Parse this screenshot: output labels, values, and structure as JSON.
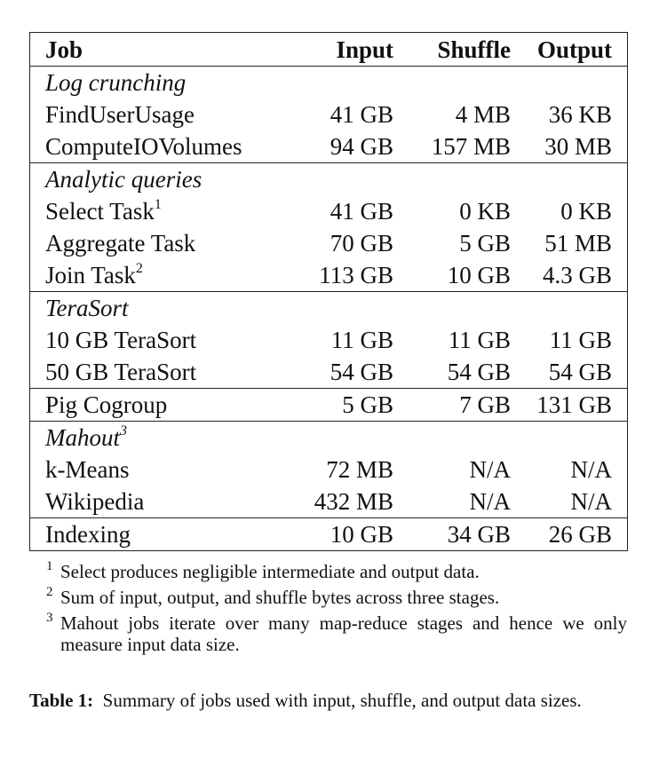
{
  "table": {
    "headers": {
      "job": "Job",
      "input": "Input",
      "shuffle": "Shuffle",
      "output": "Output"
    },
    "sections": [
      {
        "title": "Log crunching",
        "rows": [
          {
            "job": "FindUserUsage",
            "input": "41 GB",
            "shuffle": "4 MB",
            "output": "36 KB"
          },
          {
            "job": "ComputeIOVolumes",
            "input": "94 GB",
            "shuffle": "157 MB",
            "output": "30 MB"
          }
        ]
      },
      {
        "title": "Analytic queries",
        "rows": [
          {
            "job": "Select Task",
            "sup": "1",
            "input": "41 GB",
            "shuffle": "0 KB",
            "output": "0 KB"
          },
          {
            "job": "Aggregate Task",
            "input": "70 GB",
            "shuffle": "5 GB",
            "output": "51 MB"
          },
          {
            "job": "Join Task",
            "sup": "2",
            "input": "113 GB",
            "shuffle": "10 GB",
            "output": "4.3 GB"
          }
        ]
      },
      {
        "title": "TeraSort",
        "rows": [
          {
            "job": "10 GB TeraSort",
            "input": "11 GB",
            "shuffle": "11 GB",
            "output": "11 GB"
          },
          {
            "job": "50 GB TeraSort",
            "input": "54 GB",
            "shuffle": "54 GB",
            "output": "54 GB"
          }
        ]
      },
      {
        "title": "",
        "rows": [
          {
            "job": "Pig Cogroup",
            "input": "5 GB",
            "shuffle": "7 GB",
            "output": "131 GB"
          }
        ]
      },
      {
        "title": "Mahout",
        "title_sup": "3",
        "rows": [
          {
            "job": "k-Means",
            "input": "72 MB",
            "shuffle": "N/A",
            "output": "N/A"
          },
          {
            "job": "Wikipedia",
            "input": "432 MB",
            "shuffle": "N/A",
            "output": "N/A"
          }
        ]
      },
      {
        "title": "",
        "rows": [
          {
            "job": "Indexing",
            "input": "10 GB",
            "shuffle": "34 GB",
            "output": "26 GB"
          }
        ]
      }
    ]
  },
  "footnotes": [
    {
      "mark": "1",
      "text": "Select produces negligible intermediate and output data."
    },
    {
      "mark": "2",
      "text": "Sum of input, output, and shuffle bytes across three stages."
    },
    {
      "mark": "3",
      "text": "Mahout jobs iterate over many map-reduce stages and hence we only measure input data size."
    }
  ],
  "caption": {
    "label": "Table 1:",
    "text": "Summary of jobs used with input, shuffle, and output data sizes."
  }
}
